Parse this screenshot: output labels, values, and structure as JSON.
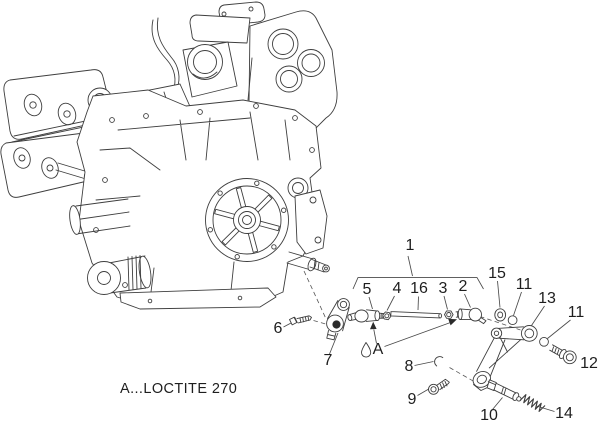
{
  "diagram": {
    "kind": "exploded-parts-diagram",
    "background_color": "#ffffff",
    "line_color": "#3e3e3e",
    "label_color": "#1e1e1e",
    "note": "A...LOCTITE 270",
    "callouts": [
      {
        "label": "1"
      },
      {
        "label": "2"
      },
      {
        "label": "3"
      },
      {
        "label": "4"
      },
      {
        "label": "5"
      },
      {
        "label": "6"
      },
      {
        "label": "7"
      },
      {
        "label": "8"
      },
      {
        "label": "9"
      },
      {
        "label": "10"
      },
      {
        "label": "11"
      },
      {
        "label": "11"
      },
      {
        "label": "12"
      },
      {
        "label": "13"
      },
      {
        "label": "14"
      },
      {
        "label": "15"
      },
      {
        "label": "16"
      },
      {
        "label": "A"
      }
    ]
  }
}
